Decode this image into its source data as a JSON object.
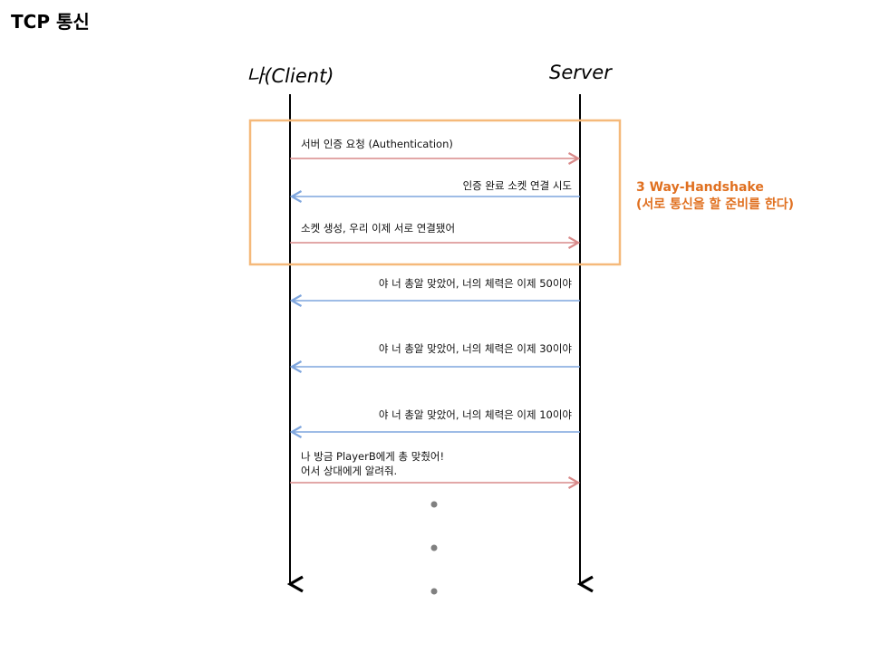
{
  "title": "TCP 통신",
  "actors": {
    "client": "나(Client)",
    "server": "Server"
  },
  "colors": {
    "to_server": "#d98a8a",
    "to_client": "#7fa6de",
    "handshake_box": "#f5b97a",
    "handshake_text": "#e07020",
    "dots": "#808080"
  },
  "messages": [
    {
      "text": "서버 인증 요청 (Authentication)",
      "direction": "to_server"
    },
    {
      "text": "인증 완료 소켓 연결 시도",
      "direction": "to_client"
    },
    {
      "text": "소켓 생성, 우리 이제 서로 연결됐어",
      "direction": "to_server"
    },
    {
      "text": "야 너 총알 맞았어, 너의 체력은 이제 50이야",
      "direction": "to_client"
    },
    {
      "text": "야 너 총알 맞았어, 너의 체력은 이제 30이야",
      "direction": "to_client"
    },
    {
      "text": "야 너 총알 맞았어, 너의 체력은 이제 10이야",
      "direction": "to_client"
    },
    {
      "text": "나 방금 PlayerB에게 총 맞췄어!\n어서 상대에게 알려줘.",
      "direction": "to_server"
    }
  ],
  "handshake": {
    "line1": "3 Way-Handshake",
    "line2": "(서로 통신을 할 준비를 한다)"
  }
}
